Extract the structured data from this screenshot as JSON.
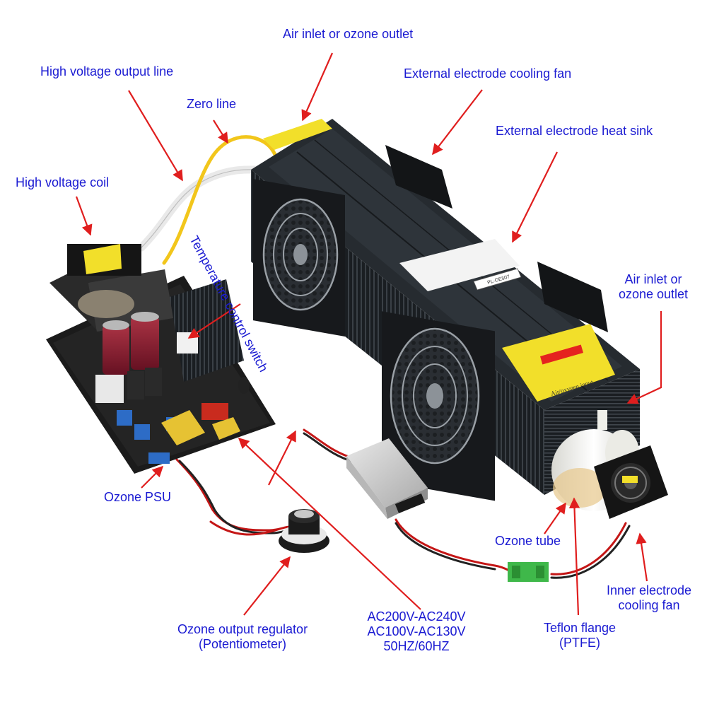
{
  "labels": {
    "air_inlet_top": "Air inlet or ozone outlet",
    "hv_output_line": "High voltage output line",
    "ext_fan": "External electrode cooling fan",
    "zero_line": "Zero line",
    "ext_heat_sink": "External electrode heat sink",
    "hv_coil": "High voltage coil",
    "temp_switch": "Temperature control switch",
    "air_inlet_right_1": "Air inlet or",
    "air_inlet_right_2": "ozone outlet",
    "ozone_psu": "Ozone PSU",
    "ozone_tube": "Ozone tube",
    "inner_fan_1": "Inner electrode",
    "inner_fan_2": "cooling fan",
    "regulator_1": "Ozone output regulator",
    "regulator_2": "(Potentiometer)",
    "ac_1": "AC200V-AC240V",
    "ac_2": "AC100V-AC130V",
    "ac_3": "50HZ/60HZ",
    "teflon_1": "Teflon flange",
    "teflon_2": "(PTFE)"
  },
  "device_text": {
    "model_plate": "PL-OE507",
    "warning_plate": "Air/oxygen input"
  },
  "colors": {
    "label_text": "#1a1ad2",
    "arrow": "#e01e1e",
    "housing": "#1d2226",
    "warning_label": "#f2df2a",
    "pcb": "#1b1b1b",
    "teflon": "#f4f4f0",
    "connector": "#3fb84a"
  }
}
